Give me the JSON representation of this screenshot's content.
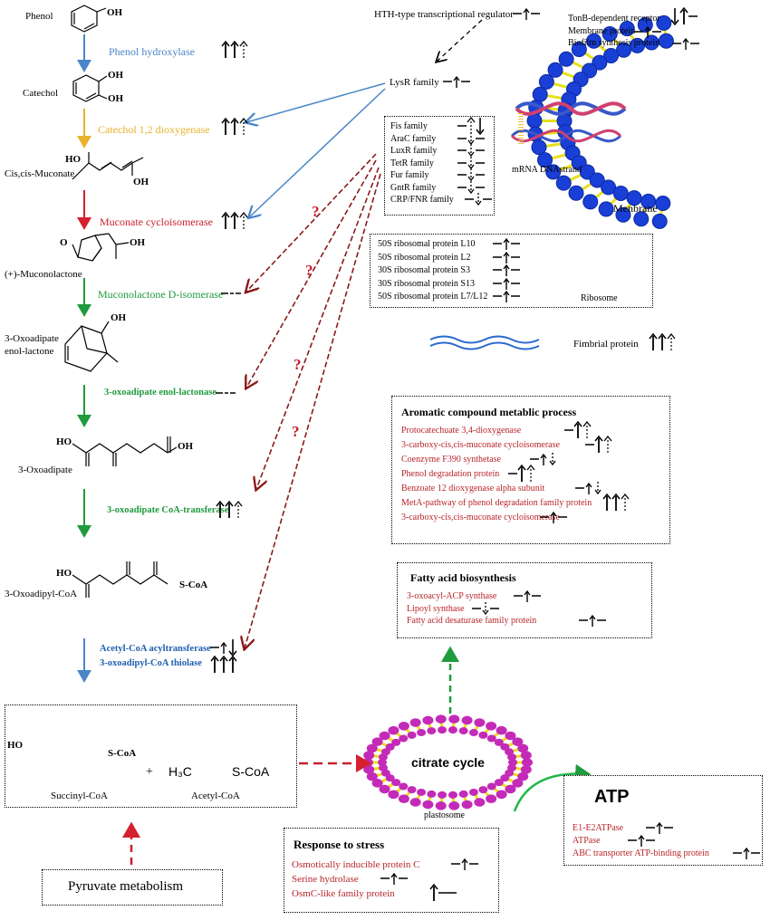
{
  "pathway": {
    "compounds": {
      "phenol": "Phenol",
      "oh_phenol": "OH",
      "catechol": "Catechol",
      "oh_cat1": "OH",
      "oh_cat2": "OH",
      "muconate": "Cis,cis-Muconate",
      "ho_mucon": "HO",
      "oh_mucon": "OH",
      "muconolactone": "(+)-Muconolactone",
      "o_lactone": "O",
      "oh_lactone": "OH",
      "enol_lactone_1": "3-Oxoadipate",
      "enol_lactone_2": "enol-lactone",
      "oh_enol": "OH",
      "oxoadipate": "3-Oxoadipate",
      "ho_oxo": "HO",
      "oh_oxo": "OH",
      "oxoadipyl_coa": "3-Oxoadipyl-CoA",
      "ho_oxocoa": "HO",
      "scoa_oxocoa": "S-CoA"
    },
    "enzymes": {
      "phenol_hydroxylase": "Phenol hydroxylase",
      "catechol_dioxygenase": "Catechol 1,2 dioxygenase",
      "muconate_cycloisomerase": "Muconate cycloisomerase",
      "muconolactone_isomerase": "Muconolactone D-isomerase",
      "enol_lactonase": "3-oxoadipate enol-lactonase",
      "coa_transferase": "3-oxoadipate CoA-transferase",
      "acyltransferase": "Acetyl-CoA acyltransferase",
      "thiolase": "3-oxoadipyl-CoA thiolase"
    },
    "products_box": {
      "succinyl_coa": "Succinyl-CoA",
      "acetyl_coa": "Acetyl-CoA",
      "plus": "+",
      "ho": "HO",
      "scoa1": "S-CoA",
      "h3c": "H₃C",
      "scoa2": "S-CoA"
    },
    "pyruvate": "Pyruvate metabolism"
  },
  "regulators": {
    "hth": "HTH-type transcriptional regulator",
    "lysr": "LysR family",
    "family_list": [
      "Fis family",
      "AraC family",
      "LuxR family",
      "TetR family",
      "Fur family",
      "GntR family",
      "CRP/FNR family"
    ],
    "question_mark": "?"
  },
  "membrane": {
    "items": [
      "TonB-dependent receptor",
      "Membrane protein",
      "Biofilm synthesis protein"
    ],
    "label": "Menbrane",
    "dna_label": "mRNA DNAstrand"
  },
  "ribosome": {
    "proteins": [
      "50S ribosomal protein L10",
      "50S ribosomal protein L2",
      "30S ribosomal protein S3",
      "30S ribosomal protein S13",
      "50S ribosomal protein L7/L12"
    ],
    "label": "Ribosome"
  },
  "fimbrial": "Fimbrial protein",
  "aromatic": {
    "title": "Aromatic compound metablic process",
    "items": [
      "Protocatechuate 3,4-dioxygenase",
      "3-carboxy-cis,cis-muconate  cycloisomerase",
      "Coenzyme  F390 synthetase",
      "Phenol degradation protein",
      "Benzoate 12 dioxygenase alpha subunit",
      "MetA-pathway of phenol degradation family protein",
      "3-carboxy-cis,cis-muconate  cycloisomerase"
    ]
  },
  "fatty": {
    "title": "Fatty acid biosynthesis",
    "items": [
      "3-oxoacyl-ACP  synthase",
      "Lipoyl  synthase",
      "Fatty acid desaturase family protein"
    ]
  },
  "citrate": {
    "label": "citrate cycle",
    "sub": "plastosome"
  },
  "atp": {
    "label": "ATP",
    "items": [
      "E1-E2ATPase",
      "ATPase",
      "ABC transporter ATP-binding protein"
    ]
  },
  "stress": {
    "title": "Response to stress",
    "items": [
      "Osmotically  inducible  protein C",
      "Serine hydrolase",
      "OsmC-like family protein"
    ]
  },
  "colors": {
    "blue": "#4a86c8",
    "orange": "#e8b22c",
    "red": "#c8202c",
    "green": "#1f9a3c",
    "navy": "#1f5fb0",
    "dark_red": "#8b1a1a",
    "membrane_blue": "#1a3fd6",
    "membrane_yellow": "#e8e01a",
    "plastosome_magenta": "#c42ab8"
  }
}
